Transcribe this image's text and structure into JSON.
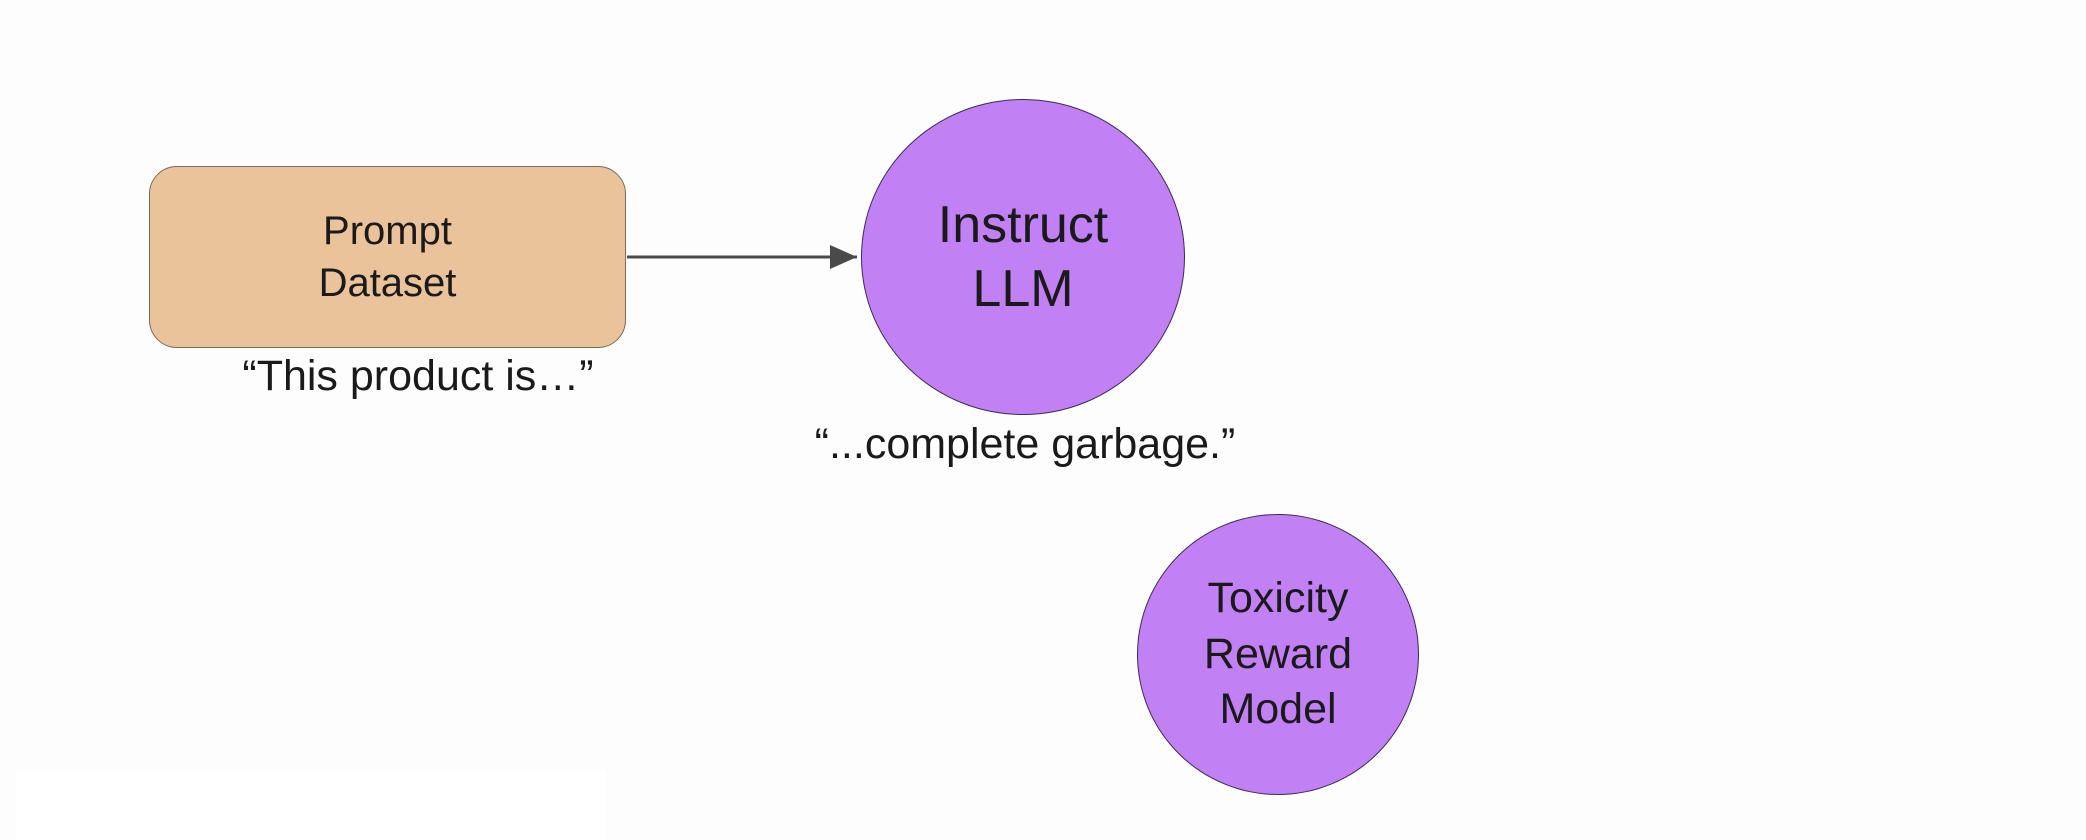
{
  "diagram": {
    "nodes": {
      "prompt_dataset": {
        "line1": "Prompt",
        "line2": "Dataset",
        "fill": "#ebc39a"
      },
      "instruct_llm": {
        "line1": "Instruct",
        "line2": "LLM",
        "fill": "#c180f3"
      },
      "toxicity_reward_model": {
        "line1": "Toxicity",
        "line2": "Reward",
        "line3": "Model",
        "fill": "#c180f3"
      }
    },
    "captions": {
      "prompt_example": "“This product is…”",
      "completion_example": "“...complete garbage.”"
    },
    "edges": [
      {
        "from": "prompt_dataset",
        "to": "instruct_llm"
      }
    ]
  }
}
